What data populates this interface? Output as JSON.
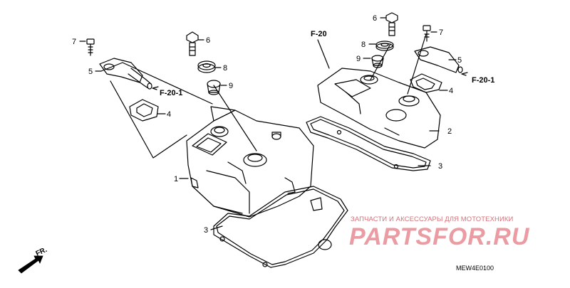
{
  "callouts": [
    {
      "id": "c1",
      "text": "1"
    },
    {
      "id": "c2",
      "text": "2"
    },
    {
      "id": "c3a",
      "text": "3"
    },
    {
      "id": "c3b",
      "text": "3"
    },
    {
      "id": "c4a",
      "text": "4"
    },
    {
      "id": "c4b",
      "text": "4"
    },
    {
      "id": "c5a",
      "text": "5"
    },
    {
      "id": "c5b",
      "text": "5"
    },
    {
      "id": "c6a",
      "text": "6"
    },
    {
      "id": "c6b",
      "text": "6"
    },
    {
      "id": "c7a",
      "text": "7"
    },
    {
      "id": "c7b",
      "text": "7"
    },
    {
      "id": "c8a",
      "text": "8"
    },
    {
      "id": "c8b",
      "text": "8"
    },
    {
      "id": "c9a",
      "text": "9"
    },
    {
      "id": "c9b",
      "text": "9"
    }
  ],
  "references": {
    "f20": "F-20",
    "f201_left": "F-20-1",
    "f201_right": "F-20-1"
  },
  "front_marker": "FR.",
  "diagram_code": "MEW4E0100",
  "watermark": {
    "tagline": "ЗАПЧАСТИ И АКСЕССУАРЫ ДЛЯ МОТОТЕХНИКИ",
    "brand": "PARTSFOR.RU"
  }
}
